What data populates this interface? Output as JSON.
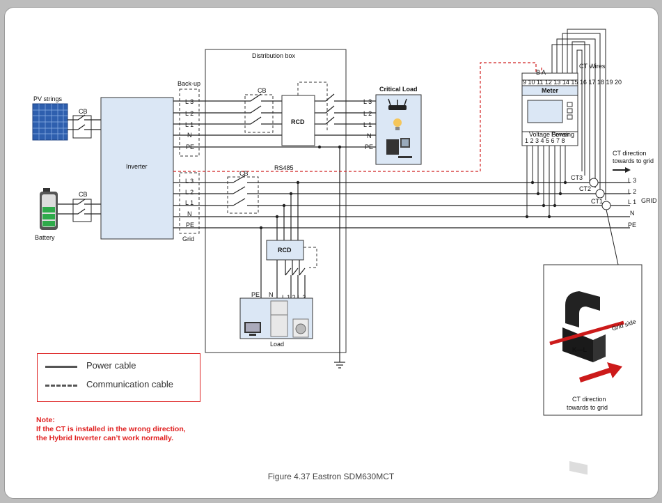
{
  "labels": {
    "pv_strings": "PV strings",
    "battery": "Battery",
    "cb": "CB",
    "inverter": "Inverter",
    "back_up": "Back-up",
    "grid_group": "Grid",
    "distribution_box": "Distribution box",
    "rcd": "RCD",
    "critical_load": "Critical Load",
    "load": "Load",
    "rs485": "RS485",
    "meter": "Meter",
    "meter_terminals": "9 10 11 12 13 14 15 16 17 18 19 20",
    "meter_bottom_terminals": "1 2 3 4 5 6 7 8",
    "voltage_sensing": "Voltage Sensing",
    "power": "Power",
    "ct_wires": "CT Wires",
    "ba": "B A",
    "l1": "L 1",
    "l2": "L 2",
    "l3": "L 3",
    "n": "N",
    "pe": "PE",
    "grid": "GRID",
    "ct1": "CT1",
    "ct2": "CT2",
    "ct3": "CT3",
    "ct_direction": "CT direction",
    "towards_grid": "towards to grid",
    "grid_side": "Grid side",
    "k_l": "K—L",
    "load_pe": "PE",
    "load_n": "N",
    "load_l": "L 1 2 L 3"
  },
  "legend": {
    "power_cable": "Power cable",
    "communication_cable": "Communication cable"
  },
  "note": {
    "title": "Note:",
    "line1": "If the CT is installed in the wrong direction,",
    "line2": "the Hybrid Inverter can’t work normally."
  },
  "caption": "Figure 4.37 Eastron SDM630MCT",
  "colors": {
    "note_red": "#e02020",
    "comm_dash_red": "#d02020",
    "line": "#222222"
  }
}
